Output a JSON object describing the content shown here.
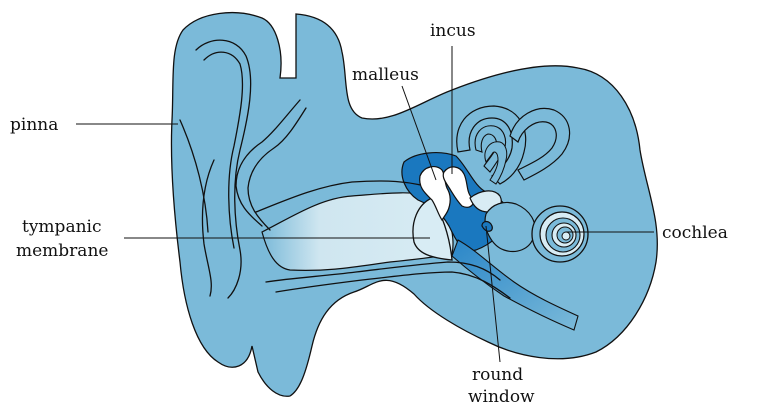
{
  "diagram": {
    "labels": {
      "pinna": "pinna",
      "tympanic_line1": "tympanic",
      "tympanic_line2": "membrane",
      "malleus": "malleus",
      "incus": "incus",
      "cochlea": "cochlea",
      "round_line1": "round",
      "round_line2": "window"
    },
    "colors": {
      "tissue": "#7bbad9",
      "canal": "#cfe6f0",
      "ossicle_cavity": "#1a78bf",
      "ossicle": "#ffffff",
      "line": "#111111"
    }
  }
}
